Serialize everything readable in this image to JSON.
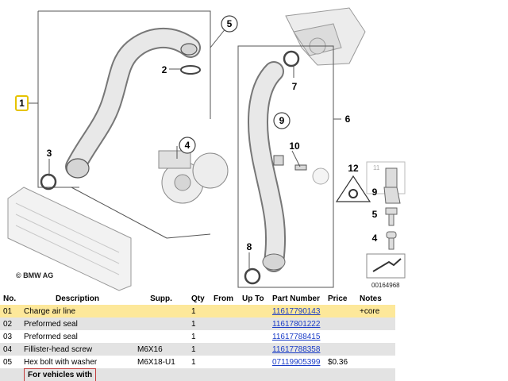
{
  "diagram": {
    "copyright": "© BMW AG",
    "image_code": "00164968",
    "callouts": {
      "c1": "1",
      "c2": "2",
      "c3": "3",
      "c4": "4",
      "c5": "5",
      "c6": "6",
      "c7": "7",
      "c8": "8",
      "c9": "9",
      "c10": "10",
      "c11": "11",
      "c12": "12",
      "leg9": "9",
      "leg5": "5",
      "leg4": "4"
    },
    "colors": {
      "highlight": "#fde89a",
      "link": "#1a3cc7",
      "selected_callout_border": "#e6c300"
    }
  },
  "table": {
    "headers": {
      "no": "No.",
      "description": "Description",
      "supp": "Supp.",
      "qty": "Qty",
      "from": "From",
      "upto": "Up To",
      "part_number": "Part Number",
      "price": "Price",
      "notes": "Notes"
    },
    "rows": [
      {
        "no": "01",
        "description": "Charge air line",
        "supp": "",
        "qty": "1",
        "from": "",
        "upto": "",
        "part_number": "11617790143",
        "price": "",
        "notes": "+core"
      },
      {
        "no": "02",
        "description": "Preformed seal",
        "supp": "",
        "qty": "1",
        "from": "",
        "upto": "",
        "part_number": "11617801222",
        "price": "",
        "notes": ""
      },
      {
        "no": "03",
        "description": "Preformed seal",
        "supp": "",
        "qty": "1",
        "from": "",
        "upto": "",
        "part_number": "11617788415",
        "price": "",
        "notes": ""
      },
      {
        "no": "04",
        "description": "Fillister-head screw",
        "supp": "M6X16",
        "qty": "1",
        "from": "",
        "upto": "",
        "part_number": "11617788358",
        "price": "",
        "notes": ""
      },
      {
        "no": "05",
        "description": "Hex bolt with washer",
        "supp": "M6X18-U1",
        "qty": "1",
        "from": "",
        "upto": "",
        "part_number": "07119905399",
        "price": "$0.36",
        "notes": ""
      }
    ],
    "note_row": "For vehicles with"
  }
}
